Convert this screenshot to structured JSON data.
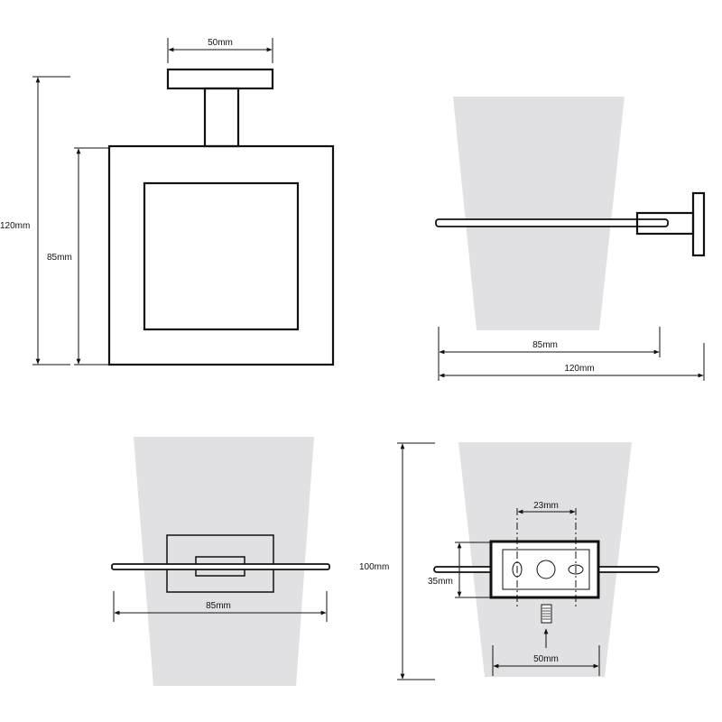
{
  "views": {
    "front": {
      "width_label": "50mm",
      "height_label": "120mm",
      "body_height_label": "85mm"
    },
    "side": {
      "depth_label": "85mm",
      "total_depth_label": "120mm"
    },
    "top": {
      "depth_label": "85mm"
    },
    "back": {
      "hole_spacing_label": "23mm",
      "plate_height_label": "35mm",
      "glass_height_label": "100mm",
      "glass_width_label": "50mm"
    }
  },
  "colors": {
    "glass": "#e1e1e3",
    "line": "#111111"
  }
}
